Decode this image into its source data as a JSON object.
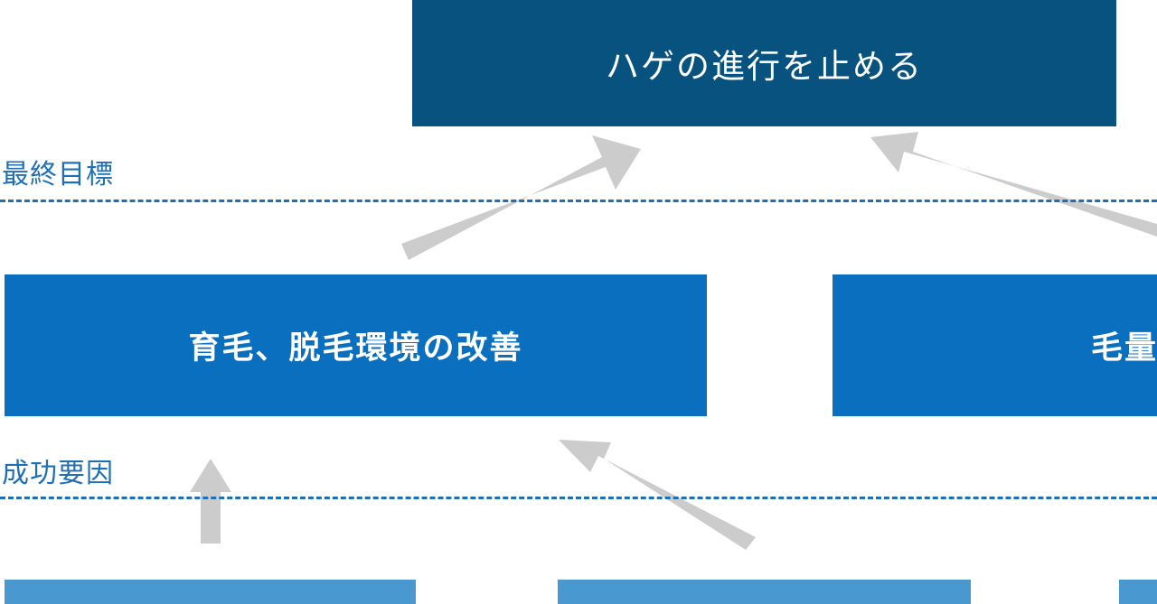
{
  "colors": {
    "goal_box": "#07527f",
    "factor_box": "#0a6fbe",
    "bottom_box": "#4a98d0",
    "label_text": "#1f6fb5",
    "arrow": "#cccccc"
  },
  "goal": {
    "text": "ハゲの進行を止める"
  },
  "tiers": {
    "goal_label": "最終目標",
    "factor_label": "成功要因"
  },
  "factors": [
    {
      "text": "育毛、脱毛環境の改善"
    },
    {
      "text": "毛量"
    }
  ]
}
